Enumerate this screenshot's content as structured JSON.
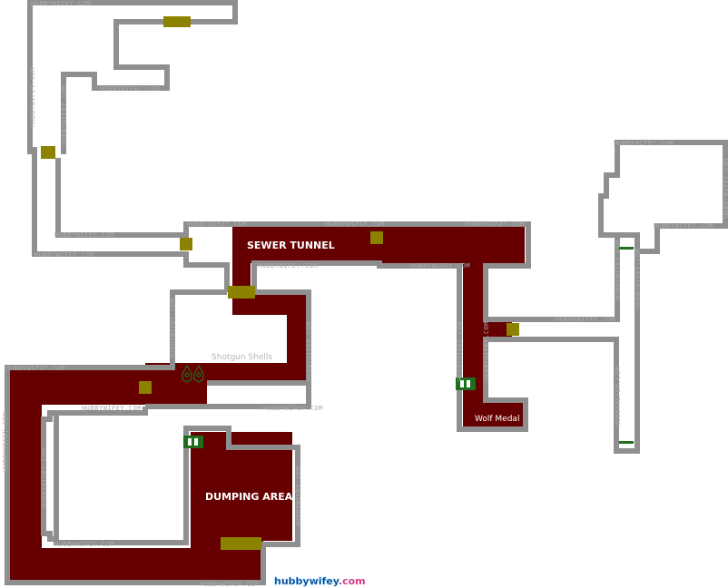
{
  "colors": {
    "wall": "#8f8f8f",
    "floor": "#660000",
    "door": "#8c8200",
    "gate": "#1e6e1e",
    "room_label": "#ffffff",
    "item_label": "#b4b4b4",
    "watermark": "#ababab",
    "logo_main": "#0a2a6a",
    "logo_accent": "#d23c8c"
  },
  "labels": {
    "sewer_tunnel": "SEWER TUNNEL",
    "dumping_area": "DUMPING AREA",
    "wolf_medal": "Wolf Medal",
    "shotgun_shells": "Shotgun Shells"
  },
  "watermark": {
    "text": "HUBBYWIFEY.COM"
  },
  "logo": {
    "part1": "hubbywifey",
    "part2": ".com"
  },
  "icons": {
    "gate": "green-gate-icon",
    "pickup": "shell-pickup-icon",
    "door": "door-marker"
  }
}
